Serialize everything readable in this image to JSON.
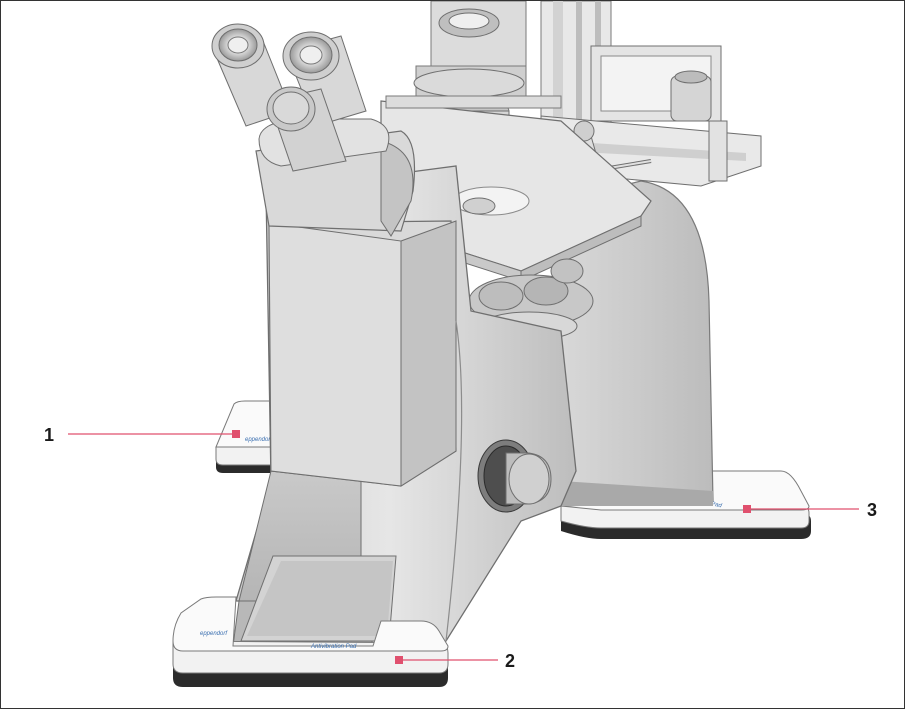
{
  "callouts": [
    {
      "number": "1"
    },
    {
      "number": "2"
    },
    {
      "number": "3"
    }
  ],
  "pad_labels": {
    "brand": "eppendorf",
    "product": "Antivibration Pad"
  },
  "colors": {
    "callout_line": "#e0506e",
    "callout_marker": "#e0506e",
    "pad_text": "#3a6fb0",
    "frame": "#333333"
  }
}
